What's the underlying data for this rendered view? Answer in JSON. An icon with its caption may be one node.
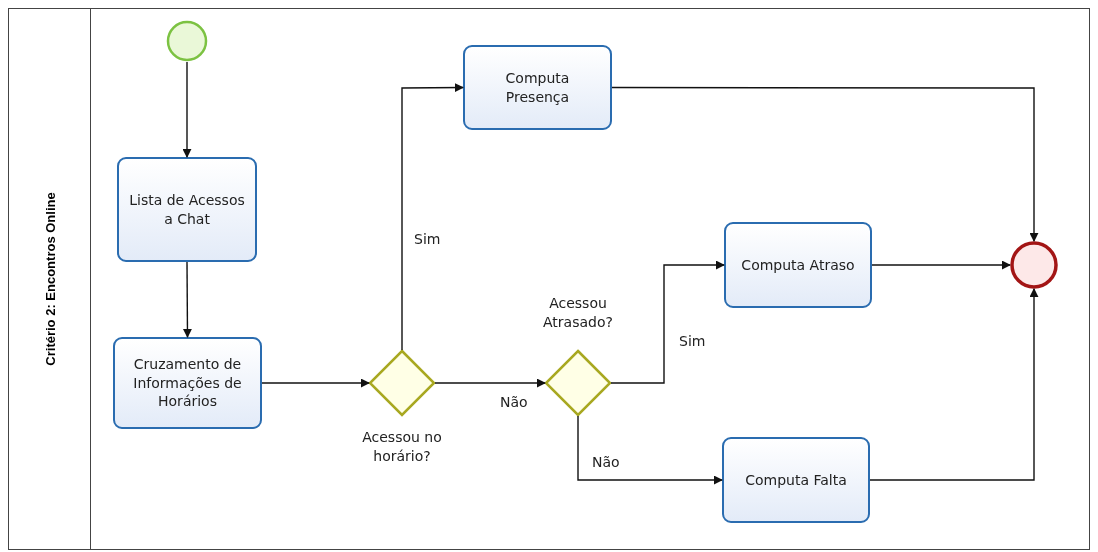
{
  "diagram": {
    "nodes": [
      {
        "text": [
          "Critério 2: Encontros Online"
        ]
      },
      {
        "text": [],
        "shape": "circle",
        "in": 0
      },
      {
        "text": [
          "Lista de Acessos a Chat"
        ],
        "in": 0
      },
      {
        "text": [
          "Cruzamento de Informações de Horários"
        ],
        "in": 0
      },
      {
        "text": [
          "Acessou no horário?"
        ],
        "in": 0
      },
      {
        "text": [
          "Computa Presença"
        ],
        "in": 0
      },
      {
        "text": [
          "Acessou Atrasado?"
        ],
        "in": 0
      },
      {
        "text": [
          "Computa Atraso"
        ],
        "in": 0
      },
      {
        "text": [
          "Computa Falta"
        ],
        "in": 0
      },
      {
        "text": [],
        "shape": "circle",
        "in": 0
      }
    ],
    "edges": [
      {
        "from": 1,
        "to": 2,
        "arrow": "to"
      },
      {
        "from": 2,
        "to": 3,
        "arrow": "to"
      },
      {
        "from": 3,
        "to": 4,
        "arrow": "to"
      },
      {
        "from": 4,
        "to": 5,
        "arrow": "to",
        "label": "Sim"
      },
      {
        "from": 4,
        "to": 6,
        "arrow": "to",
        "label": "Não"
      },
      {
        "from": 6,
        "to": 7,
        "arrow": "to",
        "label": "Sim"
      },
      {
        "from": 6,
        "to": 8,
        "arrow": "to",
        "label": "Não"
      },
      {
        "from": 5,
        "to": 9,
        "arrow": "to"
      },
      {
        "from": 7,
        "to": 9,
        "arrow": "to"
      },
      {
        "from": 8,
        "to": 9,
        "arrow": "to"
      }
    ]
  }
}
